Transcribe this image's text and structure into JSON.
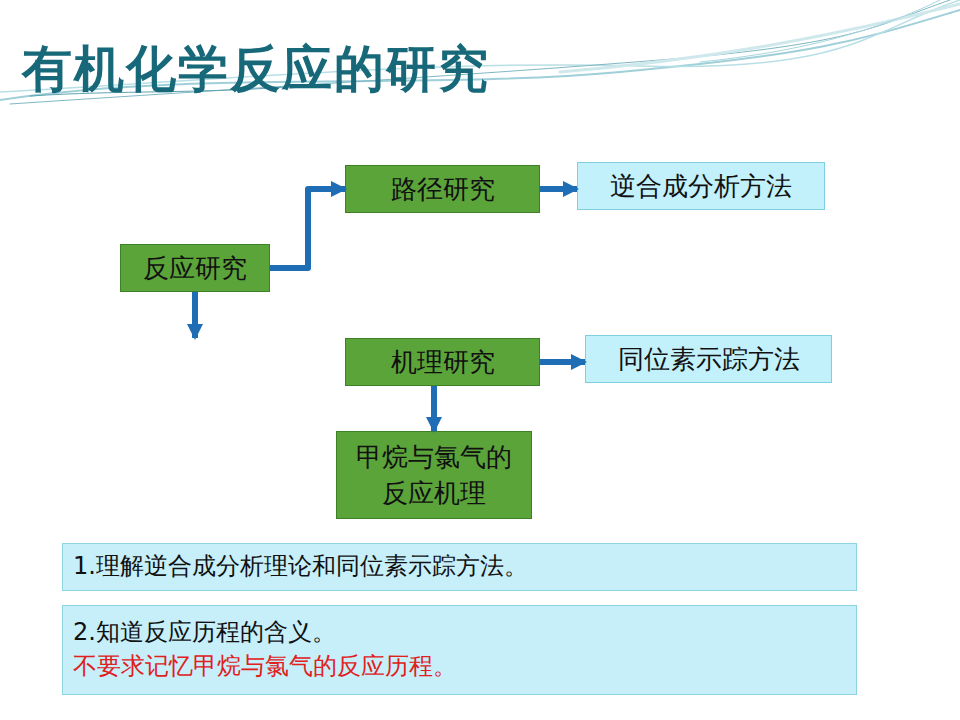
{
  "diagram": {
    "title": "有机化学反应的研究",
    "nodes": [
      {
        "text": [
          "反应研究"
        ]
      },
      {
        "text": [
          "路径研究"
        ]
      },
      {
        "text": [
          "逆合成分析方法"
        ]
      },
      {
        "text": [
          "机理研究"
        ]
      },
      {
        "text": [
          "同位素示踪方法"
        ]
      },
      {
        "text": [
          "甲烷与氯气的反应机理"
        ]
      },
      {
        "text": [
          "1.理解逆合成分析理论和同位素示踪方法。"
        ]
      },
      {
        "text": [
          "2.知道反应历程的含义。",
          "不要求记忆甲烷与氯气的反应历程。"
        ]
      }
    ],
    "edges": [
      {
        "from": 0,
        "to": 1,
        "arrow": "to"
      },
      {
        "from": 0,
        "to": 3,
        "arrow": "to"
      },
      {
        "from": 1,
        "to": 2,
        "arrow": "to"
      },
      {
        "from": 3,
        "to": 4,
        "arrow": "to"
      },
      {
        "from": 3,
        "to": 5,
        "arrow": "to"
      }
    ]
  }
}
